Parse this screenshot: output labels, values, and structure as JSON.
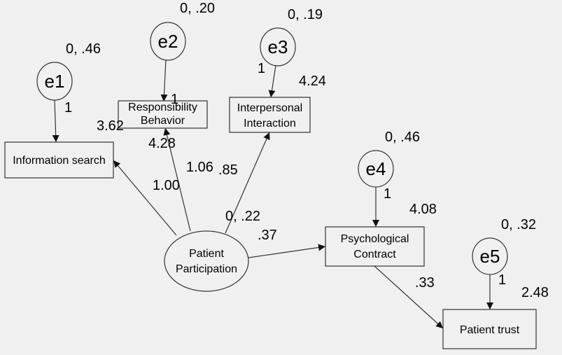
{
  "nodes": {
    "info_search": "Information search",
    "responsibility_1": "Responsibility",
    "responsibility_2": "Behavior",
    "interpersonal_1": "Interpersonal",
    "interpersonal_2": "Interaction",
    "psych_1": "Psychological",
    "psych_2": "Contract",
    "patient_trust": "Patient trust",
    "participation_1": "Patient",
    "participation_2": "Participation"
  },
  "errors": {
    "e1": "e1",
    "e2": "e2",
    "e3": "e3",
    "e4": "e4",
    "e5": "e5"
  },
  "variances": {
    "e1": "0, .46",
    "e2": "0, .20",
    "e3": "0, .19",
    "e4": "0, .46",
    "e5": "0, .32",
    "participation": "0, .22"
  },
  "error_paths": {
    "e1": "1",
    "e2": "1",
    "e3": "1",
    "e4": "1",
    "e5": "1"
  },
  "intercepts": {
    "info_search": "3.62",
    "responsibility": "4.28",
    "interpersonal": "4.24",
    "psych": "4.08",
    "patient_trust": "2.48"
  },
  "loadings": {
    "info_search": "1.00",
    "responsibility": "1.06",
    "interpersonal": ".85",
    "psych": ".37",
    "trust": ".33"
  },
  "colors": {
    "background": "#f0f0f0",
    "stroke": "#333333",
    "text": "#000000"
  }
}
